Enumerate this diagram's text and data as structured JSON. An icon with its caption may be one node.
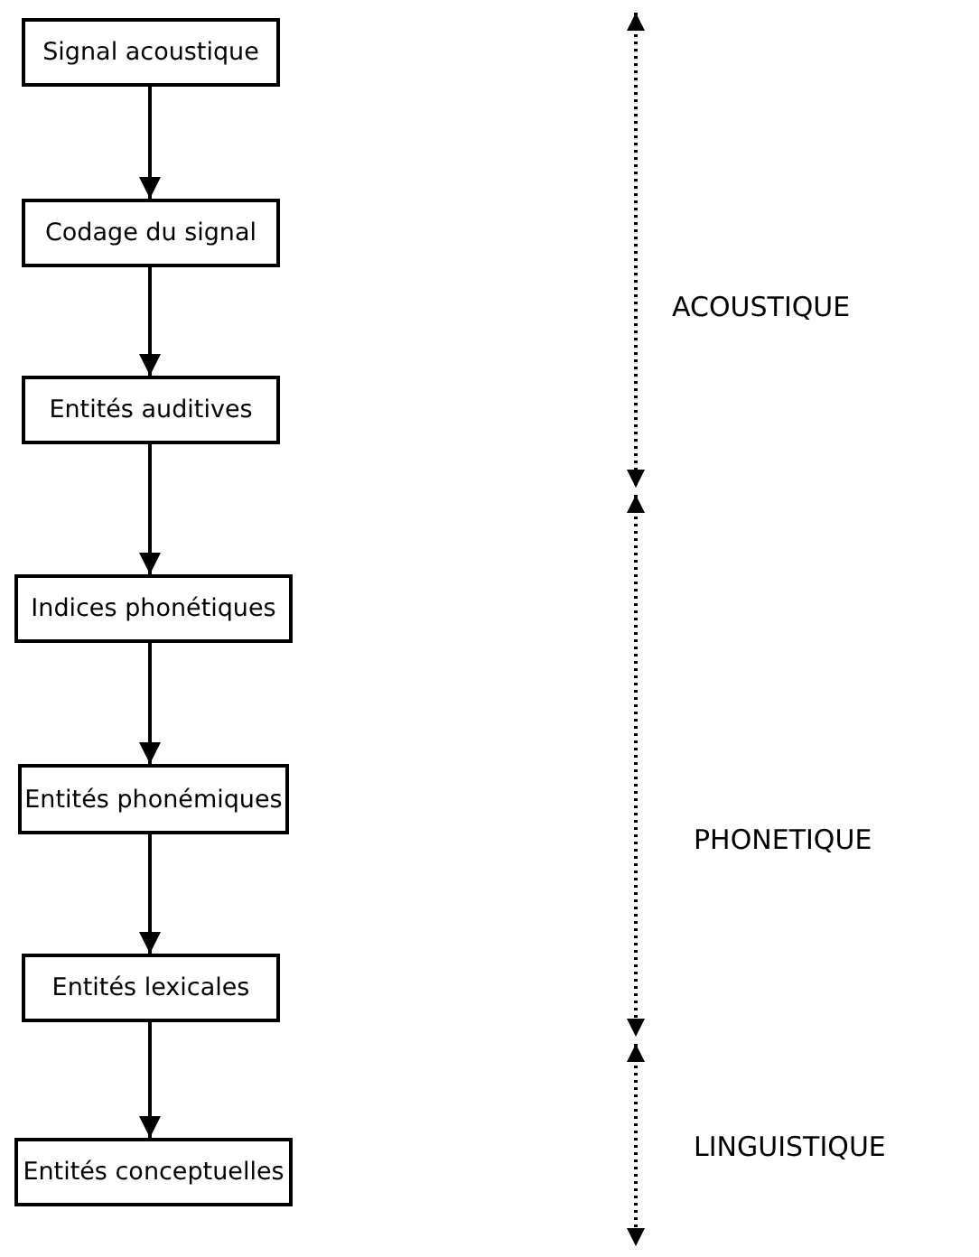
{
  "diagram": {
    "nodes": [
      {
        "text": [
          "Signal acoustique"
        ]
      },
      {
        "text": [
          "Codage du signal"
        ]
      },
      {
        "text": [
          "Entités auditives"
        ]
      },
      {
        "text": [
          "Indices phonétiques"
        ]
      },
      {
        "text": [
          "Entités phonémiques"
        ]
      },
      {
        "text": [
          "Entités lexicales"
        ]
      },
      {
        "text": [
          "Entités conceptuelles"
        ]
      }
    ],
    "edges": [
      {
        "from": 0,
        "to": 1,
        "arrow": "to"
      },
      {
        "from": 1,
        "to": 2,
        "arrow": "to"
      },
      {
        "from": 2,
        "to": 3,
        "arrow": "to"
      },
      {
        "from": 3,
        "to": 4,
        "arrow": "to"
      },
      {
        "from": 4,
        "to": 5,
        "arrow": "to"
      },
      {
        "from": 5,
        "to": 6,
        "arrow": "to"
      }
    ],
    "labels": [
      "ACOUSTIQUE",
      "PHONETIQUE",
      "LINGUISTIQUE"
    ]
  }
}
